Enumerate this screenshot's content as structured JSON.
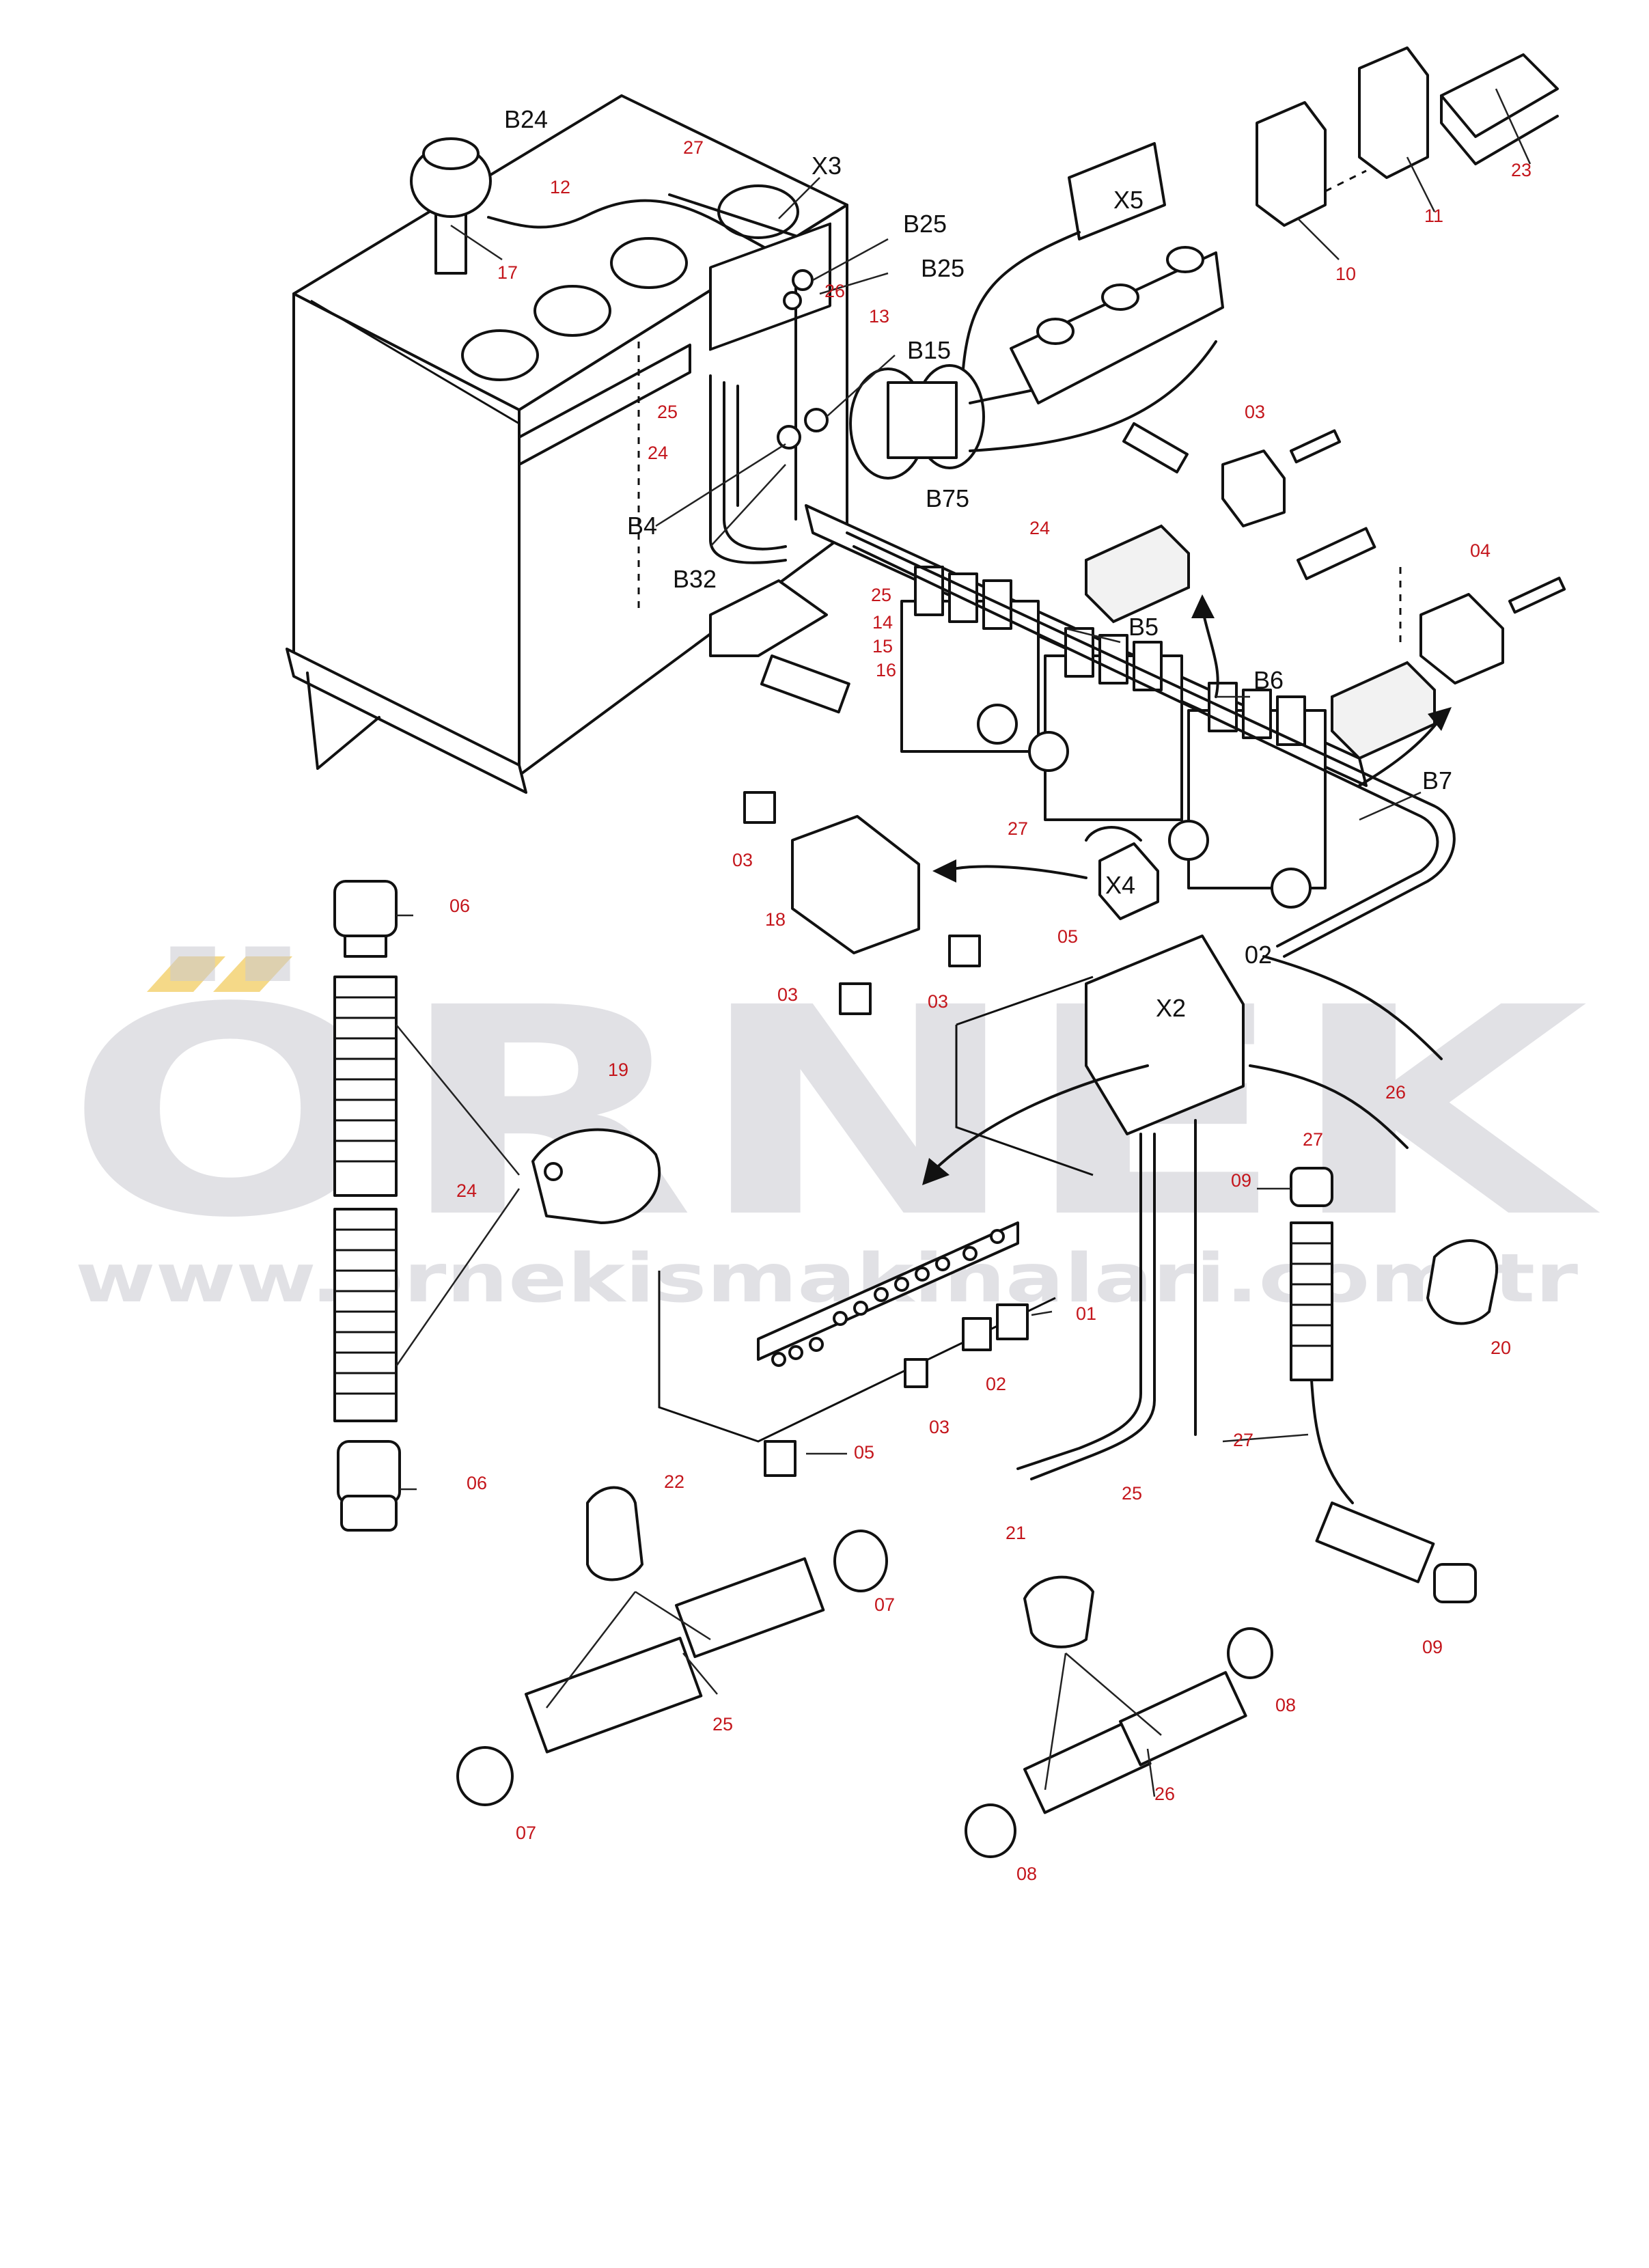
{
  "watermark": {
    "brand": "ÖRNEK",
    "url": "www.ornekismakinalari.com.tr",
    "accent_color": "#f3cf6a",
    "text_color": "#c9c9d0"
  },
  "callouts": {
    "component_labels": [
      "B24",
      "X3",
      "B25",
      "B25",
      "X5",
      "B15",
      "B4",
      "B32",
      "B75",
      "B5",
      "B6",
      "B7",
      "X4",
      "X2"
    ],
    "part_numbers": [
      "27",
      "12",
      "17",
      "26",
      "13",
      "25",
      "24",
      "25",
      "14",
      "15",
      "16",
      "24",
      "03",
      "04",
      "23",
      "11",
      "10",
      "06",
      "19",
      "24",
      "06",
      "27",
      "18",
      "03",
      "03",
      "03",
      "05",
      "02",
      "26",
      "27",
      "09",
      "01",
      "02",
      "03",
      "05",
      "20",
      "27",
      "25",
      "22",
      "07",
      "25",
      "07",
      "21",
      "08",
      "26",
      "08",
      "09"
    ]
  },
  "colors": {
    "part_number": "#c4161c",
    "component_label": "#111111",
    "line": "#111111"
  }
}
